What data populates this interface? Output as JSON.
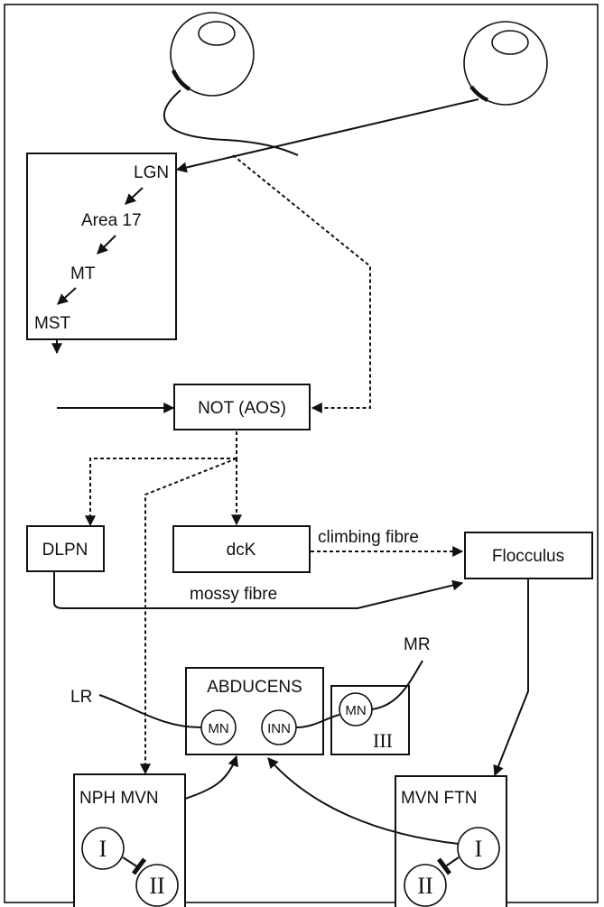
{
  "labels": {
    "lgn": "LGN",
    "area17": "Area 17",
    "mt": "MT",
    "mst": "MST",
    "not_aos": "NOT (AOS)",
    "dlpn": "DLPN",
    "dck": "dcK",
    "flocculus": "Flocculus",
    "climbing_fibre": "climbing fibre",
    "mossy_fibre": "mossy fibre",
    "abducens": "ABDUCENS",
    "mn": "MN",
    "inn": "INN",
    "mn3": "MN",
    "nucleus3": "III",
    "lr": "LR",
    "mr": "MR",
    "nph_mvn": "NPH MVN",
    "mvn_ftn": "MVN FTN",
    "cell_i_left": "I",
    "cell_ii_left": "II",
    "cell_i_right": "I",
    "cell_ii_right": "II"
  }
}
